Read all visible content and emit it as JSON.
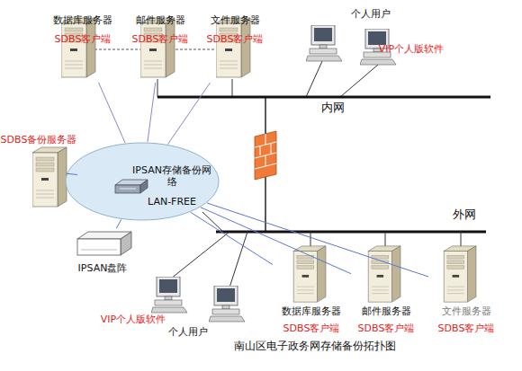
{
  "diagram": {
    "caption": "南山区电子政务网存储备份拓扑图",
    "nodes": [
      {
        "text": [
          "数据库服务器",
          "SDBS客户端"
        ]
      },
      {
        "text": [
          "邮件服务器",
          "SDBS客户端"
        ]
      },
      {
        "text": [
          "文件服务器",
          "SDBS客户端"
        ]
      },
      {
        "text": [
          "个人用户",
          "VIP个人版软件"
        ]
      },
      {
        "text": [
          "SDBS备份服务器"
        ]
      },
      {
        "text": [
          "IPSAN存储备份网络",
          "LAN-FREE"
        ]
      },
      {
        "text": [
          "IPSAN盘阵"
        ]
      },
      {
        "text": [
          "数据库服务器",
          "SDBS客户端"
        ]
      },
      {
        "text": [
          "邮件服务器",
          "SDBS客户端"
        ]
      },
      {
        "text": [
          "文件服务器",
          "SDBS客户端"
        ]
      },
      {
        "text": [
          "VIP个人版软件",
          "个人用户"
        ]
      }
    ],
    "edges": [
      {
        "from": 0,
        "to": 5,
        "arrow": "none"
      },
      {
        "from": 1,
        "to": 5,
        "arrow": "none"
      },
      {
        "from": 2,
        "to": 5,
        "arrow": "none"
      },
      {
        "from": 4,
        "to": 5,
        "arrow": "none"
      },
      {
        "from": 6,
        "to": 5,
        "arrow": "none"
      },
      {
        "from": 7,
        "to": 5,
        "arrow": "none"
      },
      {
        "from": 8,
        "to": 5,
        "arrow": "none"
      },
      {
        "from": 9,
        "to": 5,
        "arrow": "none"
      }
    ],
    "labels": [
      "内网",
      "外网"
    ]
  }
}
